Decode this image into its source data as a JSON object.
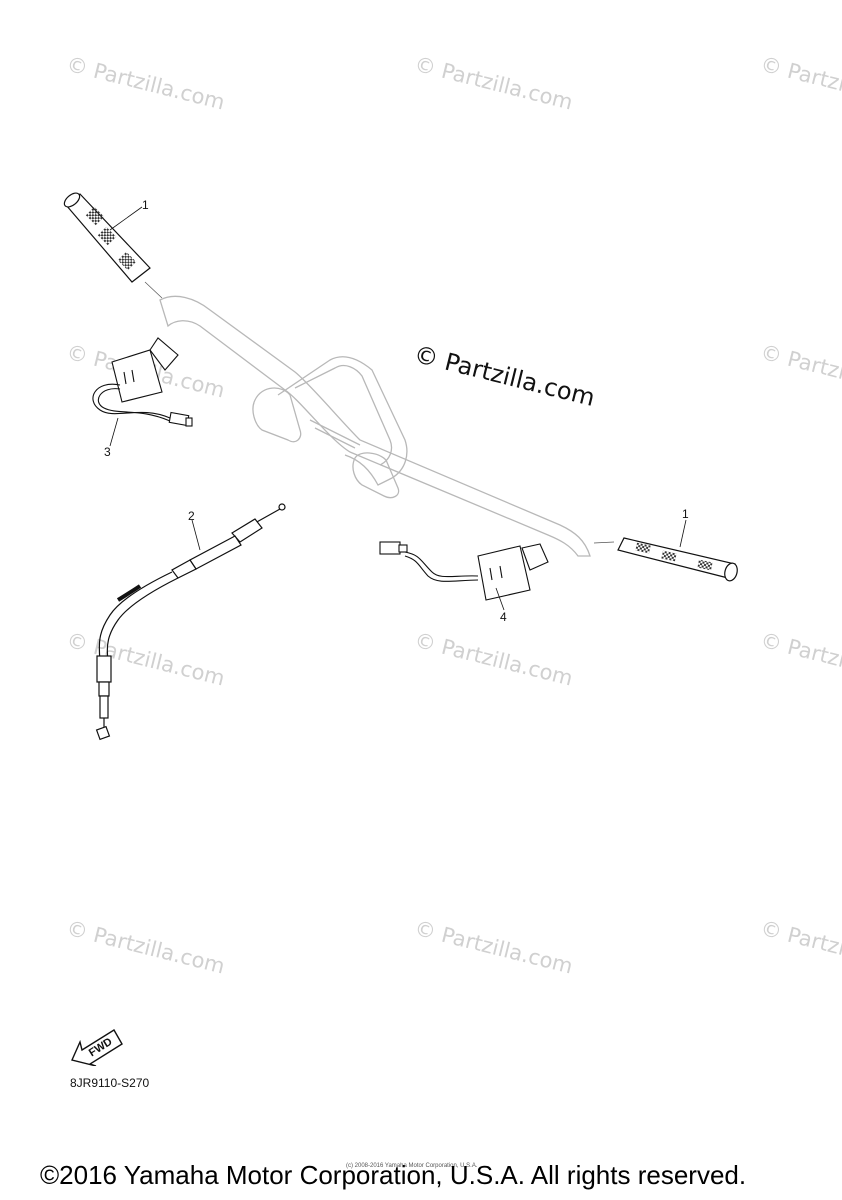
{
  "watermark": "© Partzilla.com",
  "center_watermark": "© Partzilla.com",
  "callouts": {
    "grip_left": "1",
    "grip_right": "1",
    "cable": "2",
    "heater_left": "3",
    "heater_right": "4"
  },
  "fwd_label": "FWD",
  "diagram_code": "8JR9110-S270",
  "small_copyright": "(c) 2008-2016 Yamaha Motor Corporation, U.S.A.",
  "copyright": "©2016 Yamaha Motor Corporation, U.S.A. All rights reserved."
}
